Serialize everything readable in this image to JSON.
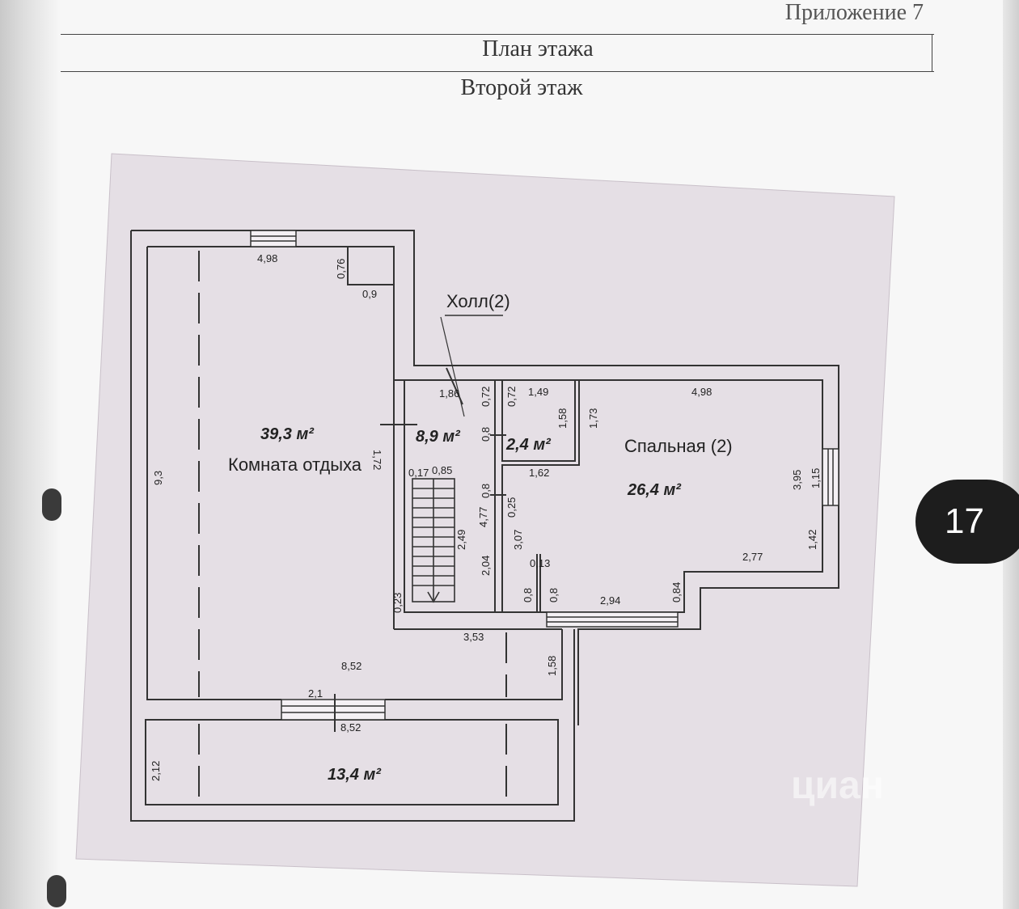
{
  "header": {
    "appendix": "Приложение 7",
    "plan_title": "План этажа",
    "floor_title": "Второй этаж"
  },
  "rooms": {
    "lounge_area": "39,3 м²",
    "lounge_name": "Комната отдыха",
    "hall_name": "Холл(2)",
    "hall_area": "8,9 м²",
    "small_area": "2,4 м²",
    "bedroom_name": "Спальная (2)",
    "bedroom_area": "26,4 м²",
    "balcony_area": "13,4 м²"
  },
  "dimensions": {
    "top_498": "4,98",
    "d076": "0,76",
    "d09": "0,9",
    "d93": "9,3",
    "d172": "1,72",
    "d186": "1,86",
    "d072a": "0,72",
    "d072b": "0,72",
    "d149": "1,49",
    "d158a": "1,58",
    "d173": "1,73",
    "bed_498": "4,98",
    "d08a": "0,8",
    "d017": "0,17",
    "d085": "0,85",
    "d162": "1,62",
    "d08b": "0,8",
    "d025": "0,25",
    "d477": "4,77",
    "d249": "2,49",
    "d307": "3,07",
    "d204": "2,04",
    "d013": "0,13",
    "d08c": "0,8",
    "d08d": "0,8",
    "d294": "2,94",
    "d084": "0,84",
    "d277": "2,77",
    "d142": "1,42",
    "d395": "3,95",
    "d115": "1,15",
    "d023": "0,23",
    "d353": "3,53",
    "d852a": "8,52",
    "d158b": "1,58",
    "d21": "2,1",
    "d852b": "8,52",
    "d212": "2,12"
  },
  "badge": {
    "page_number": "17"
  },
  "watermark": {
    "text": "циан"
  }
}
